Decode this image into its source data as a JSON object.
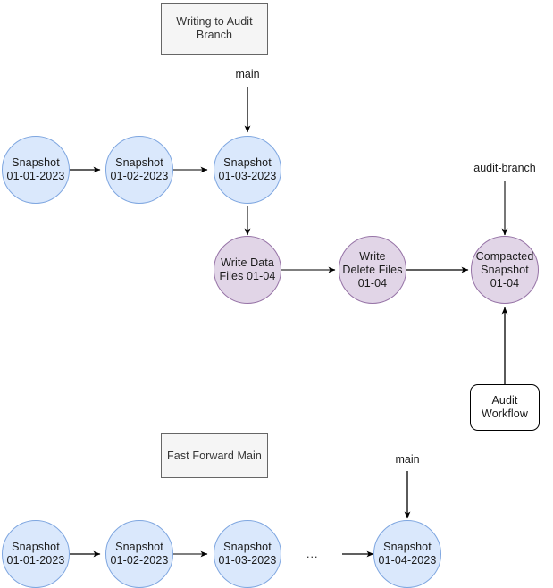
{
  "diagram": {
    "title_visible": false,
    "colors": {
      "snapshot_fill": "#dae8fc",
      "snapshot_stroke": "#7ea6e0",
      "purple_fill": "#e1d5e7",
      "purple_stroke": "#9673a6",
      "label_box_fill": "#f5f5f5",
      "label_box_stroke": "#666666",
      "workflow_fill": "#ffffff",
      "workflow_stroke": "#000000",
      "edge_color": "#000000",
      "edge_color_gray": "#666666",
      "text_color": "#1a1a1a"
    },
    "sections": [
      {
        "id": "writing-to-audit-branch",
        "label": "Writing to Audit Branch"
      },
      {
        "id": "fast-forward-main",
        "label": "Fast Forward Main"
      }
    ],
    "top_section": {
      "section_label": "Writing to Audit Branch",
      "branch_label_main": "main",
      "branch_label_audit": "audit-branch",
      "snapshots": [
        {
          "line1": "Snapshot",
          "line2": "01-01-2023"
        },
        {
          "line1": "Snapshot",
          "line2": "01-02-2023"
        },
        {
          "line1": "Snapshot",
          "line2": "01-03-2023"
        }
      ],
      "writes": [
        {
          "line1": "Write Data",
          "line2": "Files 01-04",
          "line3": ""
        },
        {
          "line1": "Write",
          "line2": "Delete Files",
          "line3": "01-04"
        },
        {
          "line1": "Compacted",
          "line2": "Snapshot",
          "line3": "01-04"
        }
      ],
      "workflow_box": {
        "line1": "Audit",
        "line2": "Workflow"
      }
    },
    "bottom_section": {
      "section_label": "Fast Forward Main",
      "branch_label_main": "main",
      "ellipsis": "...",
      "snapshots": [
        {
          "line1": "Snapshot",
          "line2": "01-01-2023"
        },
        {
          "line1": "Snapshot",
          "line2": "01-02-2023"
        },
        {
          "line1": "Snapshot",
          "line2": "01-03-2023"
        },
        {
          "line1": "Snapshot",
          "line2": "01-04-2023"
        }
      ]
    }
  }
}
